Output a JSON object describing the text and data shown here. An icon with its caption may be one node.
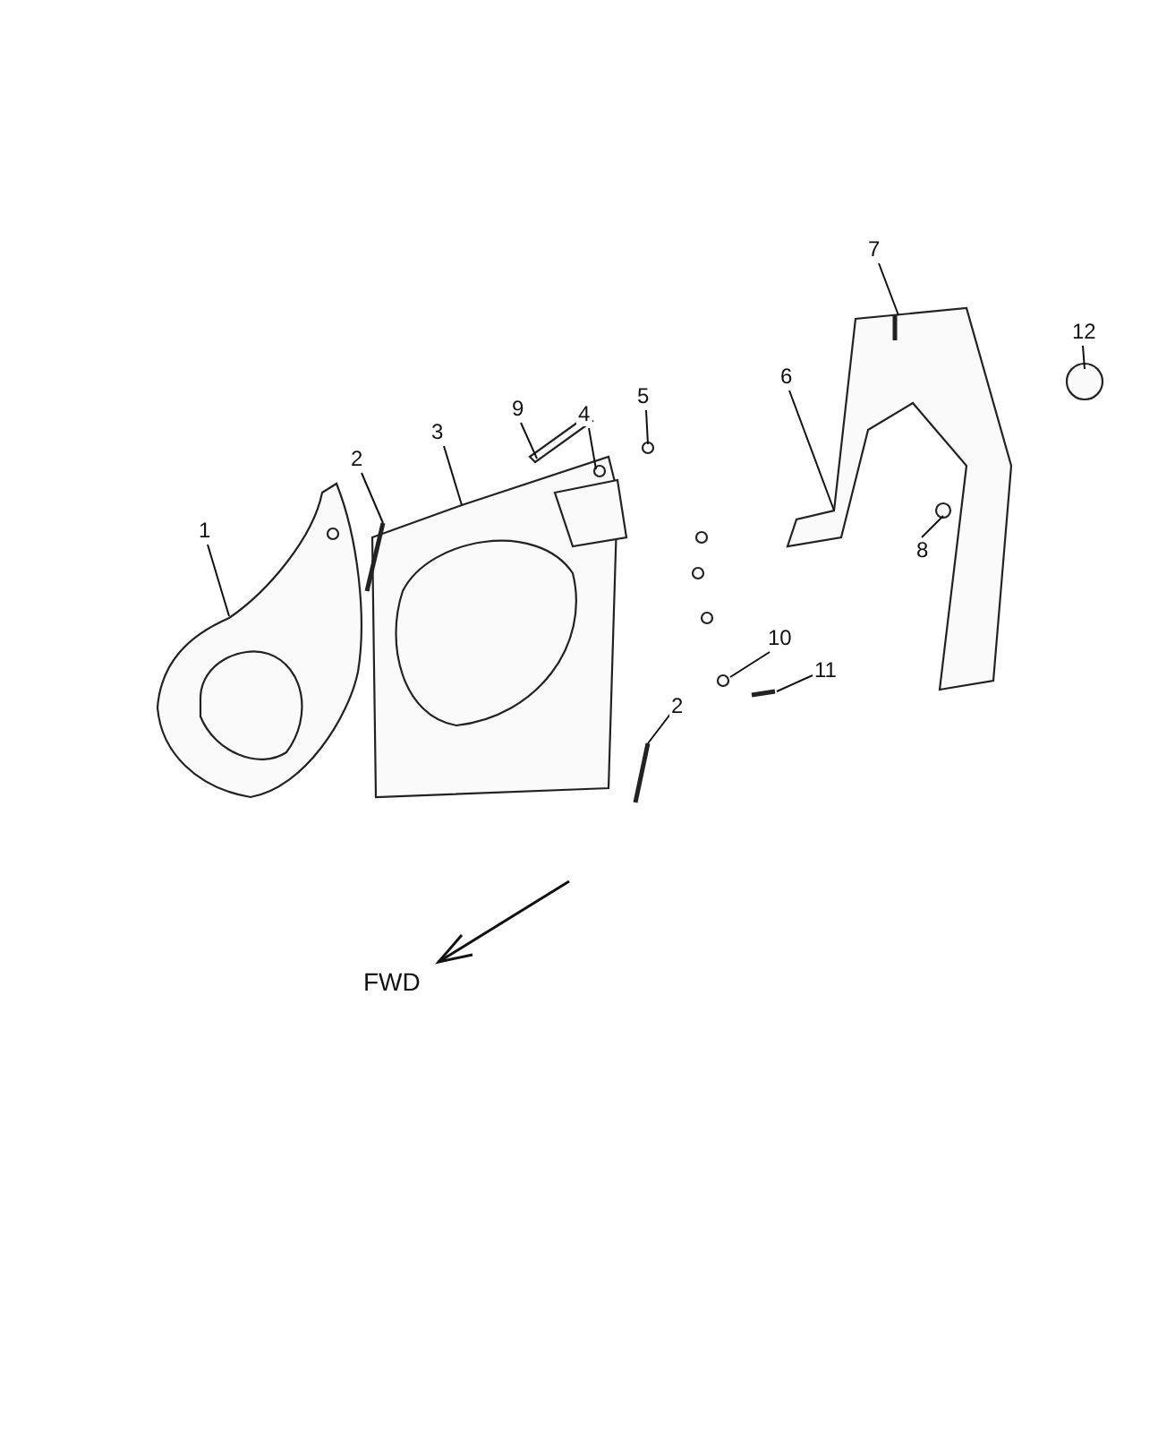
{
  "diagram": {
    "nodes": [
      {
        "text": [
          "7"
        ]
      },
      {
        "text": [
          "12"
        ]
      },
      {
        "text": [
          "6"
        ]
      },
      {
        "text": [
          "9"
        ]
      },
      {
        "text": [
          "3"
        ]
      },
      {
        "text": [
          "4"
        ]
      },
      {
        "text": [
          "5"
        ]
      },
      {
        "text": [
          "2"
        ]
      },
      {
        "text": [
          "1"
        ]
      },
      {
        "text": [
          "8"
        ]
      },
      {
        "text": [
          "10"
        ]
      },
      {
        "text": [
          "11"
        ]
      },
      {
        "text": [
          "2"
        ]
      }
    ],
    "edges": [
      {
        "from": 0,
        "to": null,
        "arrow": "none"
      },
      {
        "from": 1,
        "to": null,
        "arrow": "none"
      },
      {
        "from": 2,
        "to": null,
        "arrow": "none"
      },
      {
        "from": 3,
        "to": null,
        "arrow": "none"
      },
      {
        "from": 4,
        "to": null,
        "arrow": "none"
      },
      {
        "from": 5,
        "to": null,
        "arrow": "none"
      },
      {
        "from": 6,
        "to": null,
        "arrow": "none"
      },
      {
        "from": 7,
        "to": null,
        "arrow": "none"
      },
      {
        "from": 8,
        "to": null,
        "arrow": "none"
      },
      {
        "from": 9,
        "to": null,
        "arrow": "none"
      },
      {
        "from": 10,
        "to": null,
        "arrow": "none"
      },
      {
        "from": 11,
        "to": null,
        "arrow": "none"
      },
      {
        "from": 12,
        "to": null,
        "arrow": "none"
      }
    ],
    "labels": [
      "FWD"
    ]
  }
}
